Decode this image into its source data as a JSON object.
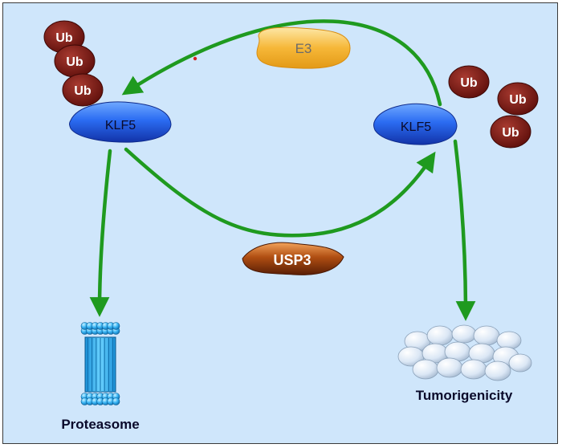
{
  "labels": {
    "e3": "E3",
    "usp3": "USP3",
    "klf5_left": "KLF5",
    "klf5_right": "KLF5",
    "proteasome": "Proteasome",
    "tumorigenicity": "Tumorigenicity"
  },
  "ubiquitin": {
    "label": "Ub",
    "left_count": 3,
    "right_count": 3
  },
  "colors": {
    "background": "#cfe6fb",
    "arrow": "#1f9a1f",
    "ubiquitin": "#7a1a14",
    "klf5": "#1d4fd6",
    "e3": "#f0ad2a",
    "usp3": "#a1420f",
    "proteasome": "#35b3ff",
    "tumor": "#d4e2f2"
  }
}
